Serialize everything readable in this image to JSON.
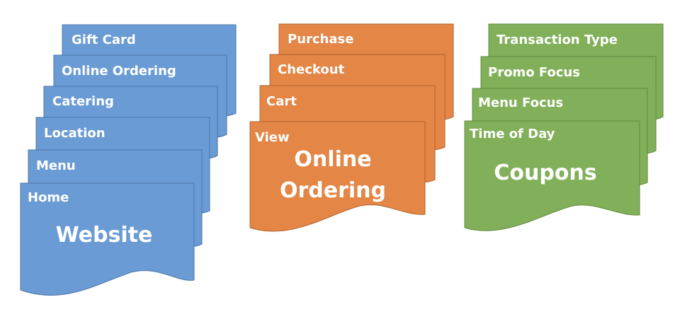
{
  "colors": {
    "blue_fill": "#6a9bd4",
    "blue_stroke": "#4a74a8",
    "orange_fill": "#e38646",
    "orange_stroke": "#b3632d",
    "green_fill": "#82b05a",
    "green_stroke": "#5f8a3c"
  },
  "groups": [
    {
      "name": "Website",
      "color": "blue",
      "title_lines": [
        "Website"
      ],
      "cards": [
        "Gift Card",
        "Online Ordering",
        "Catering",
        "Location",
        "Menu",
        "Home"
      ]
    },
    {
      "name": "Online Ordering",
      "color": "orange",
      "title_lines": [
        "Online",
        "Ordering"
      ],
      "cards": [
        "Purchase",
        "Checkout",
        "Cart",
        "View"
      ]
    },
    {
      "name": "Coupons",
      "color": "green",
      "title_lines": [
        "Coupons"
      ],
      "cards": [
        "Transaction Type",
        "Promo Focus",
        "Menu Focus",
        "Time of Day"
      ]
    }
  ]
}
